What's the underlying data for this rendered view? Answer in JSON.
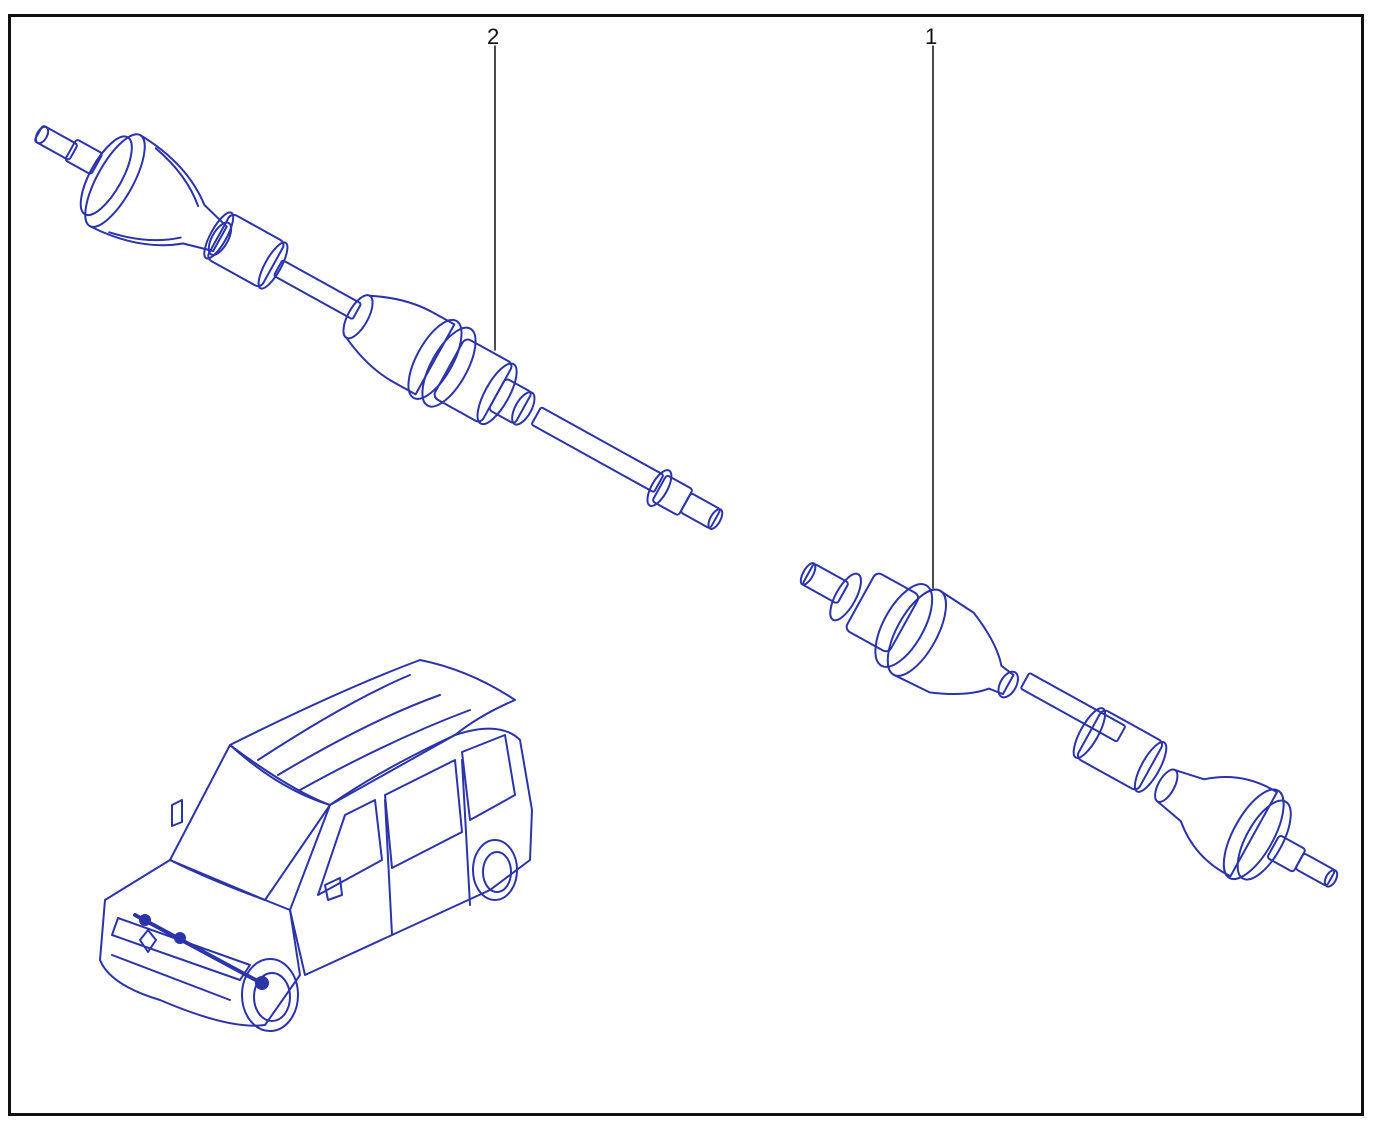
{
  "diagram": {
    "callouts": [
      {
        "id": "1",
        "label": "1"
      },
      {
        "id": "2",
        "label": "2"
      }
    ],
    "colors": {
      "line": "#2b34a8",
      "frame": "#111111",
      "background": "#ffffff"
    },
    "icons": [
      "drive-shaft-right-icon",
      "drive-shaft-left-icon",
      "van-location-icon"
    ]
  }
}
